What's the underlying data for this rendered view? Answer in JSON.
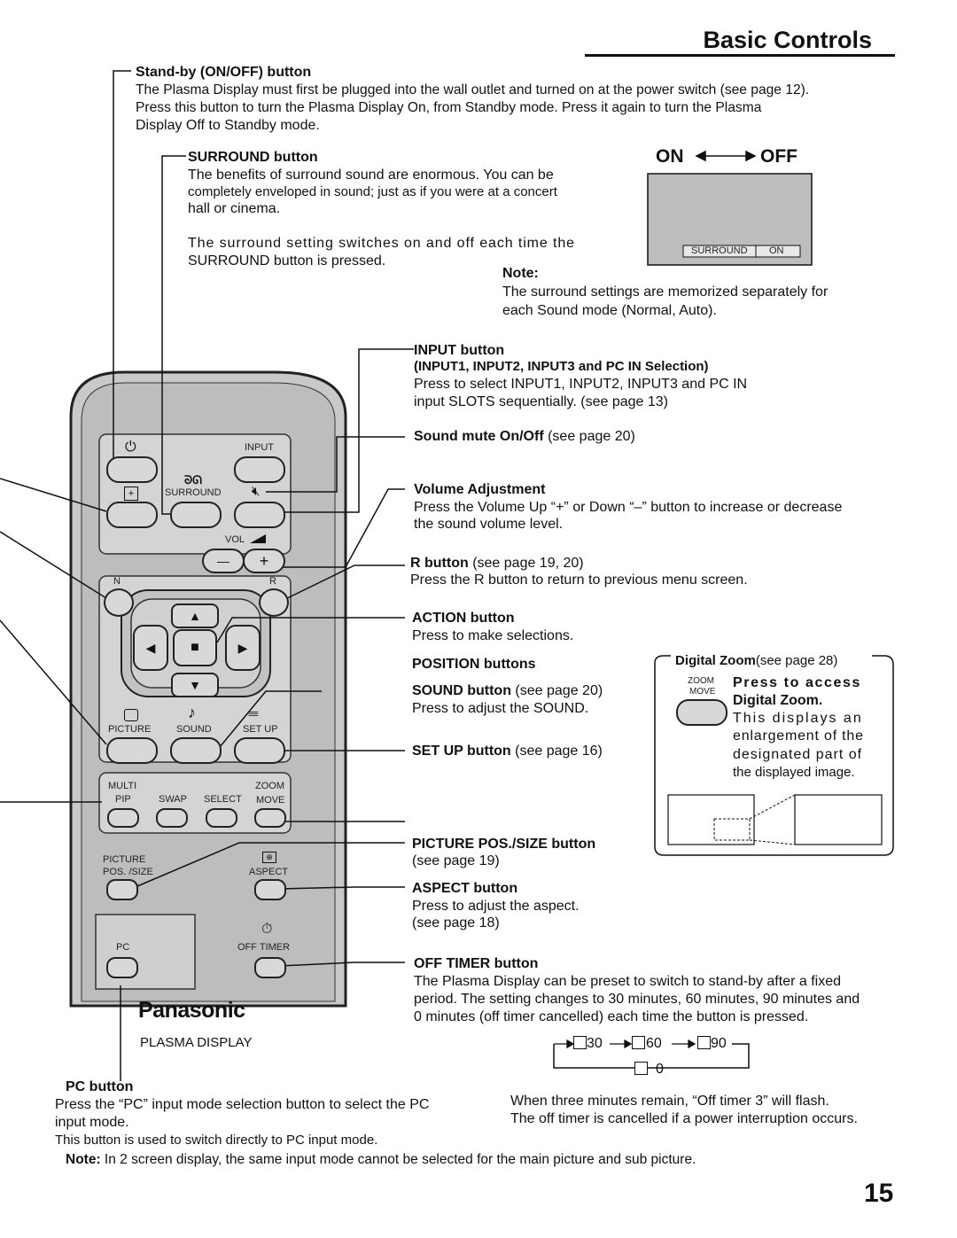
{
  "page": {
    "title": "Basic Controls",
    "page_number": "15"
  },
  "standby": {
    "heading": "Stand-by (ON/OFF) button",
    "text1": "The Plasma Display must first be plugged into the wall outlet and turned on at the power switch (see page 12).",
    "text2": "Press this button to turn the Plasma Display On, from Standby mode. Press it again to turn the Plasma",
    "text3": "Display Off to Standby mode."
  },
  "surround": {
    "heading": "SURROUND button",
    "text1": "The benefits of surround sound are enormous. You can be",
    "text2": "completely enveloped in sound; just as if you were at a concert",
    "text3": "hall or cinema.",
    "text4": "The surround setting switches on and off each time the",
    "text5": "SURROUND button is pressed.",
    "on_label": "ON",
    "off_label": "OFF",
    "screen_label": "SURROUND",
    "screen_value": "ON",
    "note_heading": "Note:",
    "note1": "The surround settings are memorized separately for",
    "note2": "each Sound mode (Normal, Auto)."
  },
  "input": {
    "heading": "INPUT button",
    "subheading": "(INPUT1, INPUT2, INPUT3 and PC IN Selection)",
    "text1": "Press to select INPUT1, INPUT2, INPUT3 and PC IN",
    "text2": "input SLOTS sequentially. (see page 13)"
  },
  "mute": {
    "heading": "Sound mute On/Off",
    "ref": " (see page 20)"
  },
  "volume": {
    "heading": "Volume Adjustment",
    "text1": "Press the Volume Up “+” or Down “–” button to increase or decrease",
    "text2": "the sound volume level."
  },
  "r_button": {
    "heading": "R button",
    "ref": " (see page 19, 20)",
    "text": "Press the R button to return to previous menu screen."
  },
  "action": {
    "heading": "ACTION button",
    "text": "Press to make selections."
  },
  "position": {
    "heading": "POSITION buttons"
  },
  "sound": {
    "heading": "SOUND button",
    "ref": " (see page 20)",
    "text": "Press to adjust the SOUND."
  },
  "setup": {
    "heading": "SET UP button",
    "ref": " (see page 16)"
  },
  "zoom": {
    "heading": "Digital Zoom",
    "ref": "(see page 28)",
    "btn_label1": "ZOOM",
    "btn_label2": "MOVE",
    "text1": "Press to access",
    "text2": "Digital Zoom.",
    "text3": "This displays an",
    "text4": "enlargement of the",
    "text5": "designated part of",
    "text6": "the displayed image."
  },
  "picpos": {
    "heading": "PICTURE POS./SIZE button",
    "text": "(see page 19)"
  },
  "aspect": {
    "heading": "ASPECT button",
    "text1": "Press to adjust the aspect.",
    "text2": "(see page 18)"
  },
  "offtimer": {
    "heading": "OFF TIMER button",
    "text1": "The Plasma Display can be preset to switch to stand-by after a fixed",
    "text2": "period. The setting changes to 30 minutes, 60 minutes, 90 minutes and",
    "text3": "0 minutes (off timer cancelled) each time the button is pressed.",
    "seq": [
      "30",
      "60",
      "90",
      "0"
    ],
    "warn1": "When three minutes remain, “Off timer 3” will flash.",
    "warn2": "The off timer is cancelled if a power interruption occurs."
  },
  "pc": {
    "heading": "PC button",
    "text1": "Press the “PC” input mode selection button to select the PC",
    "text2": "input mode.",
    "text3": "This button is used to switch directly to PC input mode."
  },
  "footer_note": {
    "label": "Note:",
    "text": " In 2 screen display, the same input mode cannot be selected for the main picture and sub picture."
  },
  "remote": {
    "brand": "Panasonic",
    "model": "PLASMA DISPLAY",
    "labels": {
      "input": "INPUT",
      "surround": "SURROUND",
      "vol": "VOL",
      "n": "N",
      "r": "R",
      "picture": "PICTURE",
      "sound": "SOUND",
      "setup": "SET UP",
      "multi": "MULTI",
      "pip": "PIP",
      "swap": "SWAP",
      "select": "SELECT",
      "zoom": "ZOOM",
      "move": "MOVE",
      "picpos1": "PICTURE",
      "picpos2": "POS. /SIZE",
      "aspect": "ASPECT",
      "pc": "PC",
      "offtimer": "OFF TIMER",
      "minus": "—",
      "plus": "+"
    }
  }
}
